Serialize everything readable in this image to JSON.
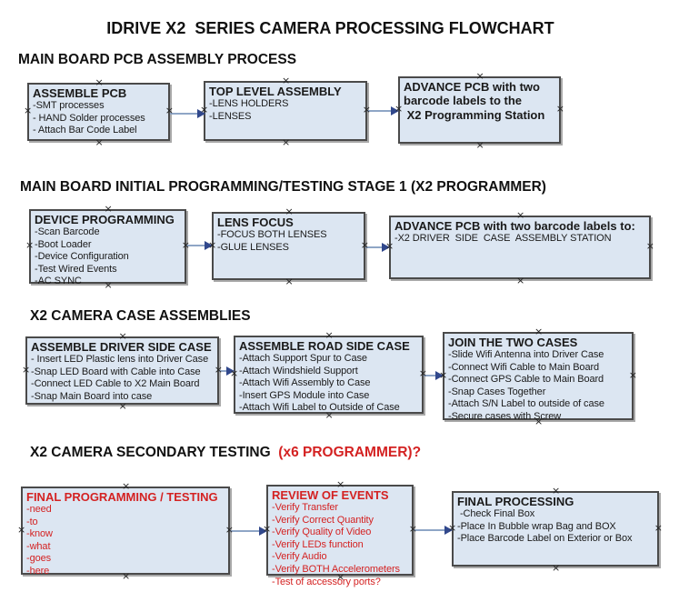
{
  "title": "IDRIVE X2  SERIES CAMERA PROCESSING FLOWCHART",
  "icons": {
    "connection_point": "×"
  },
  "colors": {
    "box_fill": "#dce6f2",
    "box_border": "#4a4a4a",
    "connector_line": "#8fa6c6",
    "connector_arrowhead": "#31488c",
    "red_text": "#d42222",
    "black_text": "#111111"
  },
  "sections": [
    {
      "heading": "MAIN BOARD PCB ASSEMBLY PROCESS",
      "heading_red": "",
      "boxes": [
        {
          "title": "ASSEMBLE PCB",
          "items": [
            "-SMT processes",
            "- HAND Solder processes",
            "- Attach Bar Code Label"
          ]
        },
        {
          "title": "TOP LEVEL ASSEMBLY",
          "items": [
            "-LENS HOLDERS",
            "-LENSES"
          ]
        },
        {
          "title": "ADVANCE PCB with two",
          "items": [
            "barcode labels to the",
            " X2 Programming Station"
          ]
        }
      ]
    },
    {
      "heading": "MAIN BOARD INITIAL PROGRAMMING/TESTING STAGE 1 (X2 PROGRAMMER)",
      "heading_red": "",
      "boxes": [
        {
          "title": "DEVICE PROGRAMMING",
          "items": [
            "-Scan Barcode",
            "-Boot Loader",
            "-Device Configuration",
            "-Test Wired Events",
            "-AC SYNC"
          ]
        },
        {
          "title": "LENS FOCUS",
          "items": [
            "-FOCUS BOTH LENSES",
            "-GLUE LENSES"
          ]
        },
        {
          "title": "ADVANCE PCB with two barcode labels to:",
          "items": [
            "-X2 DRIVER  SIDE  CASE  ASSEMBLY STATION"
          ]
        }
      ]
    },
    {
      "heading": "X2 CAMERA CASE ASSEMBLIES",
      "heading_red": "",
      "boxes": [
        {
          "title": "ASSEMBLE DRIVER SIDE CASE",
          "items": [
            "- Insert LED Plastic lens into Driver Case",
            "-Snap LED Board with Cable into Case",
            "-Connect LED Cable to X2 Main Board",
            "-Snap Main Board into case"
          ]
        },
        {
          "title": "ASSEMBLE ROAD SIDE CASE",
          "items": [
            "-Attach Support Spur to Case",
            "-Attach Windshield Support",
            "-Attach Wifi Assembly to Case",
            "-Insert GPS Module into Case",
            "-Attach Wifi Label to Outside of Case"
          ]
        },
        {
          "title": "JOIN THE TWO CASES",
          "items": [
            "-Slide Wifi Antenna into Driver Case",
            "-Connect Wifi Cable to Main Board",
            "-Connect GPS Cable to Main Board",
            "-Snap Cases Together",
            "-Attach S/N Label to outside of case",
            "-Secure cases with Screw"
          ]
        }
      ]
    },
    {
      "heading": "X2 CAMERA SECONDARY TESTING ",
      "heading_red": " (x6 PROGRAMMER)?",
      "boxes": [
        {
          "title": "FINAL PROGRAMMING / TESTING",
          "items": [
            "-need",
            "-to",
            "-know",
            "-what",
            "-goes",
            "-here"
          ]
        },
        {
          "title": "REVIEW OF EVENTS",
          "items": [
            "-Verify Transfer",
            "-Verify Correct Quantity",
            "-Verify Quality of Video",
            "-Verify LEDs function",
            "-Verify Audio",
            "-Verify BOTH Accelerometers",
            "-Test of accessory ports?"
          ]
        },
        {
          "title": "FINAL PROCESSING",
          "items": [
            " -Check Final Box",
            "-Place In Bubble wrap Bag and BOX",
            "-Place Barcode Label on Exterior or Box"
          ]
        }
      ]
    }
  ]
}
